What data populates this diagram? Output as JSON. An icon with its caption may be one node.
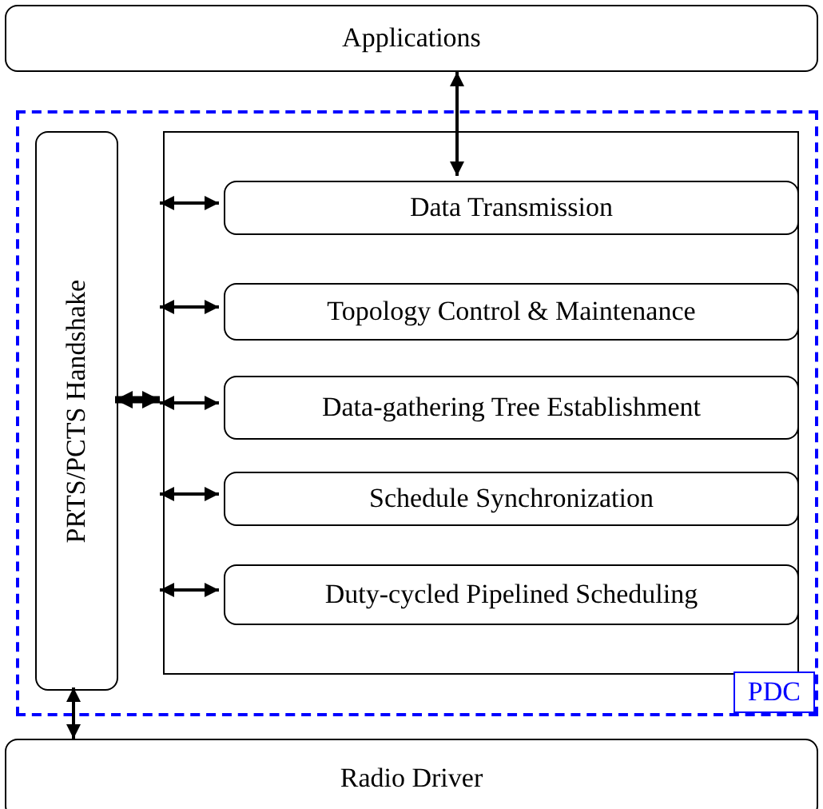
{
  "diagram": {
    "nodes": [
      {
        "text": [
          "Applications"
        ]
      },
      {
        "text": [
          "PDC"
        ]
      },
      {
        "text": [
          "PRTS/PCTS Handshake"
        ],
        "in": 1
      },
      {
        "text": [],
        "shape": "box",
        "in": 1
      },
      {
        "text": [
          "Data Transmission"
        ],
        "in": 3
      },
      {
        "text": [
          "Topology Control & Maintenance"
        ],
        "in": 3
      },
      {
        "text": [
          "Data-gathering Tree Establishment"
        ],
        "in": 3
      },
      {
        "text": [
          "Schedule Synchronization"
        ],
        "in": 3
      },
      {
        "text": [
          "Duty-cycled Pipelined Scheduling"
        ],
        "in": 3
      },
      {
        "text": [
          "Radio Driver"
        ]
      }
    ],
    "edges": [
      {
        "from": 0,
        "to": 4,
        "arrow": "both"
      },
      {
        "from": 2,
        "to": 3,
        "arrow": "both",
        "style": "thick"
      },
      {
        "from": 3,
        "to": 4,
        "arrow": "both"
      },
      {
        "from": 3,
        "to": 5,
        "arrow": "both"
      },
      {
        "from": 3,
        "to": 6,
        "arrow": "both"
      },
      {
        "from": 3,
        "to": 7,
        "arrow": "both"
      },
      {
        "from": 3,
        "to": 8,
        "arrow": "both"
      },
      {
        "from": 2,
        "to": 9,
        "arrow": "both"
      }
    ]
  }
}
